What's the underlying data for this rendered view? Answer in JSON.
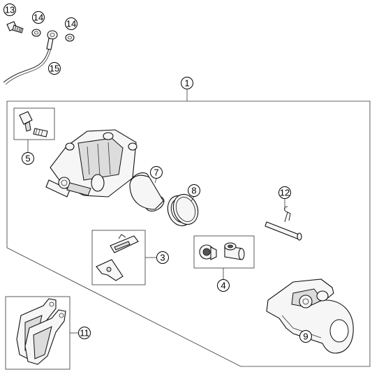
{
  "callouts": [
    {
      "id": "c13",
      "label": "13"
    },
    {
      "id": "c14a",
      "label": "14"
    },
    {
      "id": "c14b",
      "label": "14"
    },
    {
      "id": "c15",
      "label": "15"
    },
    {
      "id": "c1",
      "label": "1"
    },
    {
      "id": "c5",
      "label": "5"
    },
    {
      "id": "c7",
      "label": "7"
    },
    {
      "id": "c8",
      "label": "8"
    },
    {
      "id": "c12",
      "label": "12"
    },
    {
      "id": "c3",
      "label": "3"
    },
    {
      "id": "c4",
      "label": "4"
    },
    {
      "id": "c9",
      "label": "9"
    },
    {
      "id": "c11",
      "label": "11"
    }
  ]
}
